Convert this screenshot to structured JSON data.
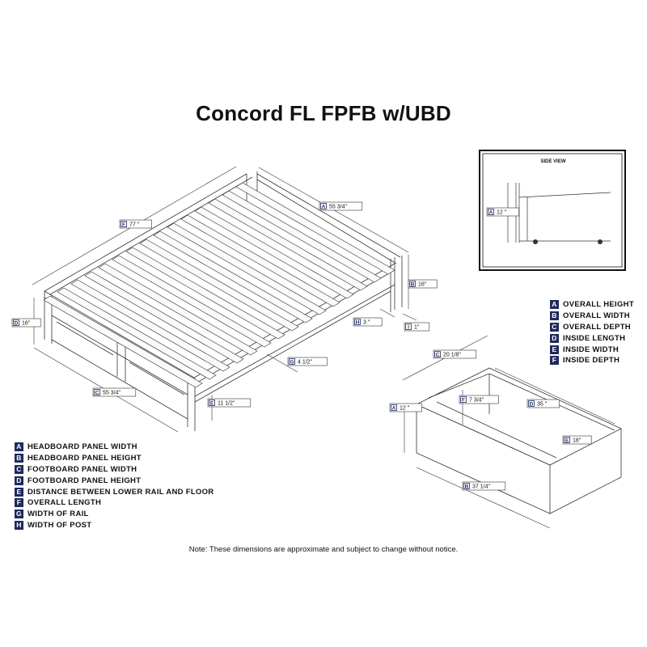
{
  "title": "Concord FL FPFB w/UBD",
  "note": "Note: These dimensions are approximate and subject to change without notice.",
  "side_view_label": "SIDE VIEW",
  "bed_dimensions": [
    {
      "key": "A",
      "value": "55 3/4\""
    },
    {
      "key": "B",
      "value": "16\""
    },
    {
      "key": "C",
      "value": "55 3/4\""
    },
    {
      "key": "D",
      "value": "16\""
    },
    {
      "key": "E",
      "value": "11 1/2\""
    },
    {
      "key": "F",
      "value": "77 \""
    },
    {
      "key": "G",
      "value": "4 1/2\""
    },
    {
      "key": "H",
      "value": "3 \""
    },
    {
      "key": "I",
      "value": "1\""
    }
  ],
  "drawer_dimensions": [
    {
      "key": "A",
      "value": "12 \""
    },
    {
      "key": "B",
      "value": "37 1/4\""
    },
    {
      "key": "C",
      "value": "20 1/8\""
    },
    {
      "key": "D",
      "value": "35 \""
    },
    {
      "key": "E",
      "value": "18\""
    },
    {
      "key": "F",
      "value": "7 3/4\""
    }
  ],
  "side_view_dimensions": [
    {
      "key": "A",
      "value": "12 \""
    }
  ],
  "bed_legend": [
    {
      "key": "A",
      "label": "HEADBOARD PANEL WIDTH"
    },
    {
      "key": "B",
      "label": "HEADBOARD PANEL HEIGHT"
    },
    {
      "key": "C",
      "label": "FOOTBOARD PANEL WIDTH"
    },
    {
      "key": "D",
      "label": "FOOTBOARD PANEL HEIGHT"
    },
    {
      "key": "E",
      "label": "DISTANCE BETWEEN LOWER RAIL AND FLOOR"
    },
    {
      "key": "F",
      "label": "OVERALL LENGTH"
    },
    {
      "key": "G",
      "label": "WIDTH OF RAIL"
    },
    {
      "key": "H",
      "label": "WIDTH OF POST"
    }
  ],
  "drawer_legend": [
    {
      "key": "A",
      "label": "OVERALL HEIGHT"
    },
    {
      "key": "B",
      "label": "OVERALL WIDTH"
    },
    {
      "key": "C",
      "label": "OVERALL DEPTH"
    },
    {
      "key": "D",
      "label": "INSIDE LENGTH"
    },
    {
      "key": "E",
      "label": "INSIDE WIDTH"
    },
    {
      "key": "F",
      "label": "INSIDE DEPTH"
    }
  ],
  "colors": {
    "key_fill": "#1f2a5c",
    "line": "#333333"
  }
}
